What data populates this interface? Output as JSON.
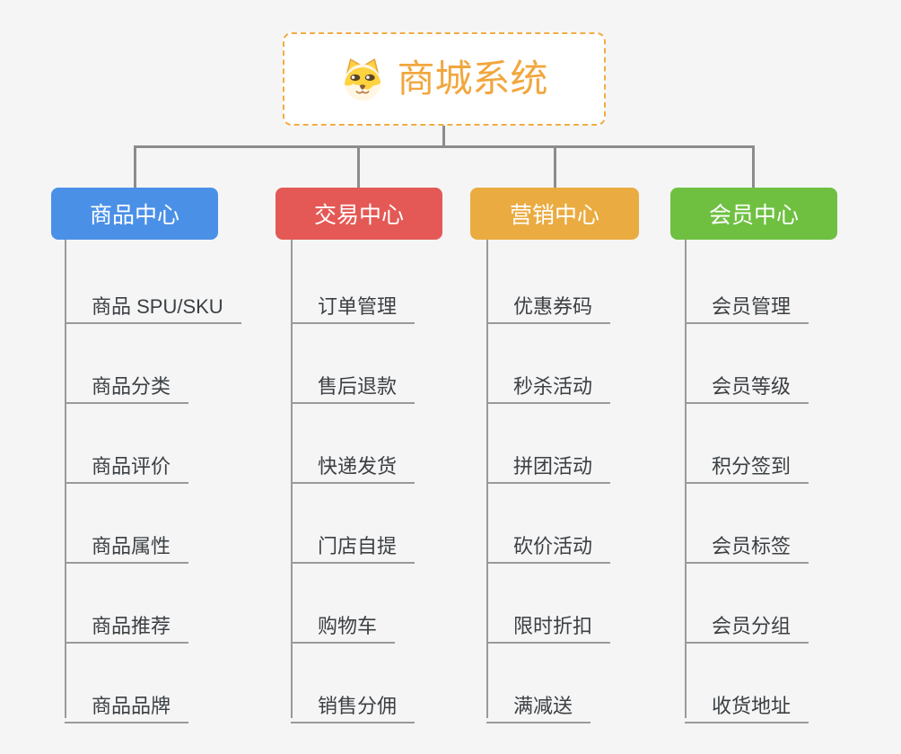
{
  "root": {
    "title": "商城系统",
    "icon": "dog-face-icon"
  },
  "branches": [
    {
      "label": "商品中心",
      "color": "#4B90E7",
      "items": [
        "商品 SPU/SKU",
        "商品分类",
        "商品评价",
        "商品属性",
        "商品推荐",
        "商品品牌"
      ]
    },
    {
      "label": "交易中心",
      "color": "#E45955",
      "items": [
        "订单管理",
        "售后退款",
        "快递发货",
        "门店自提",
        "购物车",
        "销售分佣"
      ]
    },
    {
      "label": "营销中心",
      "color": "#EAAB41",
      "items": [
        "优惠券码",
        "秒杀活动",
        "拼团活动",
        "砍价活动",
        "限时折扣",
        "满减送"
      ]
    },
    {
      "label": "会员中心",
      "color": "#6FC041",
      "items": [
        "会员管理",
        "会员等级",
        "积分签到",
        "会员标签",
        "会员分组",
        "收货地址"
      ]
    }
  ],
  "colors": {
    "background": "#F5F5F6",
    "connector": "#8C8C8C",
    "branch_line": "#9A9A9A",
    "root_border": "#F2AC45",
    "root_text": "#F1A73E",
    "item_text": "#3C4043"
  }
}
